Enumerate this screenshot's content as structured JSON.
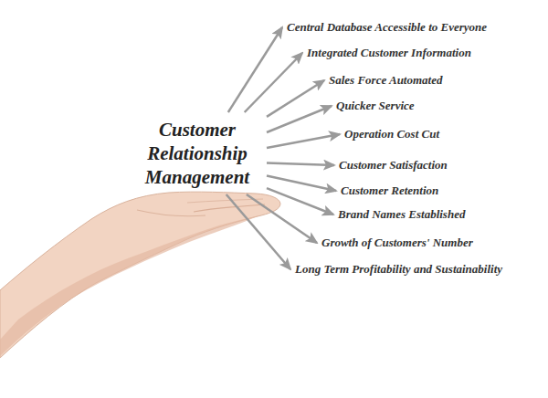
{
  "diagram": {
    "nodes": [
      {
        "text": [
          "Customer Relationship Management"
        ]
      },
      {
        "text": [
          "Central Database Accessible to Everyone"
        ]
      },
      {
        "text": [
          "Integrated Customer Information"
        ]
      },
      {
        "text": [
          "Sales Force Automated"
        ]
      },
      {
        "text": [
          "Quicker Service"
        ]
      },
      {
        "text": [
          "Operation Cost Cut"
        ]
      },
      {
        "text": [
          "Customer Satisfaction"
        ]
      },
      {
        "text": [
          "Customer Retention"
        ]
      },
      {
        "text": [
          "Brand Names Established"
        ]
      },
      {
        "text": [
          "Growth of Customers' Number"
        ]
      },
      {
        "text": [
          "Long Term Profitability and Sustainability"
        ]
      }
    ],
    "edges": [
      {
        "from": 0,
        "to": 1,
        "arrow": "to"
      },
      {
        "from": 0,
        "to": 2,
        "arrow": "to"
      },
      {
        "from": 0,
        "to": 3,
        "arrow": "to"
      },
      {
        "from": 0,
        "to": 4,
        "arrow": "to"
      },
      {
        "from": 0,
        "to": 5,
        "arrow": "to"
      },
      {
        "from": 0,
        "to": 6,
        "arrow": "to"
      },
      {
        "from": 0,
        "to": 7,
        "arrow": "to"
      },
      {
        "from": 0,
        "to": 8,
        "arrow": "to"
      },
      {
        "from": 0,
        "to": 9,
        "arrow": "to"
      },
      {
        "from": 0,
        "to": 10,
        "arrow": "to"
      }
    ]
  }
}
